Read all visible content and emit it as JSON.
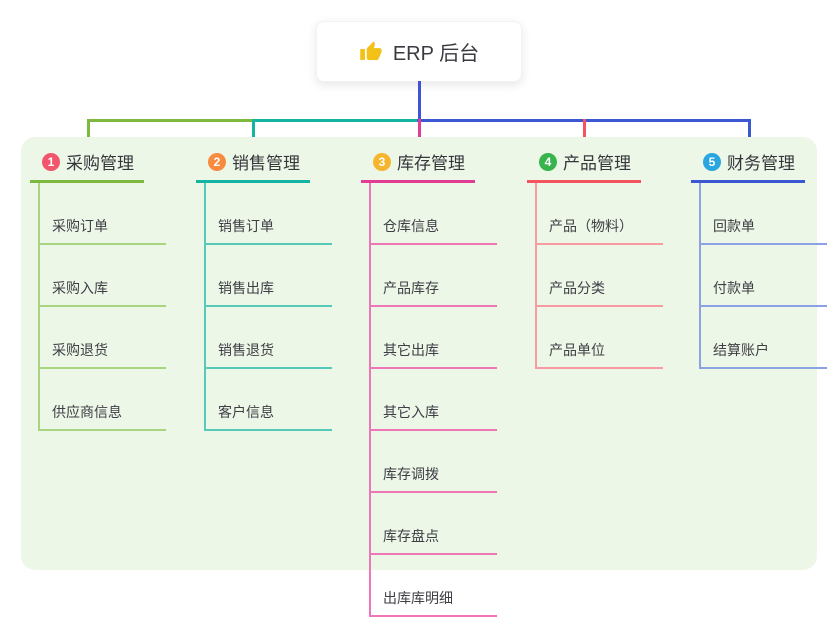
{
  "root": {
    "label": "ERP 后台",
    "icon": "thumbs-up",
    "icon_color": "#f3c118"
  },
  "colors": {
    "page_bg": "#ffffff",
    "panel_bg": "#edf7e8",
    "stem": "#4053d6"
  },
  "branches": [
    {
      "badge": "1",
      "badge_color": "#f2566b",
      "line_color": "#7cb93e",
      "child_line_color": "#a9d581",
      "title": "采购管理",
      "children": [
        "采购订单",
        "采购入库",
        "采购退货",
        "供应商信息"
      ]
    },
    {
      "badge": "2",
      "badge_color": "#f78b3f",
      "line_color": "#14b3a2",
      "child_line_color": "#56c9ba",
      "title": "销售管理",
      "children": [
        "销售订单",
        "销售出库",
        "销售退货",
        "客户信息"
      ]
    },
    {
      "badge": "3",
      "badge_color": "#f6b52e",
      "line_color": "#e23d95",
      "child_line_color": "#ef77b8",
      "title": "库存管理",
      "children": [
        "仓库信息",
        "产品库存",
        "其它出库",
        "其它入库",
        "库存调拨",
        "库存盘点",
        "出库库明细"
      ]
    },
    {
      "badge": "4",
      "badge_color": "#38b44d",
      "line_color": "#f2555f",
      "child_line_color": "#f79aa1",
      "title": "产品管理",
      "children": [
        "产品（物料）",
        "产品分类",
        "产品单位"
      ]
    },
    {
      "badge": "5",
      "badge_color": "#29a6df",
      "line_color": "#3b57d2",
      "child_line_color": "#8ba3e4",
      "title": "财务管理",
      "children": [
        "回款单",
        "付款单",
        "结算账户"
      ]
    }
  ]
}
